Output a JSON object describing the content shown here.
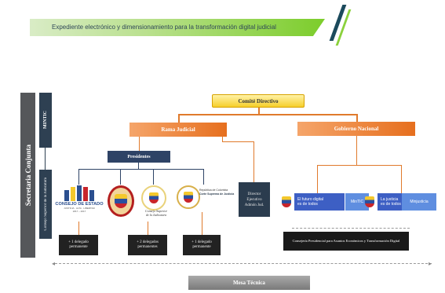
{
  "header": {
    "title": "Expediente electrónico y dimensionamiento para la transformación digital judicial"
  },
  "left_panels": {
    "secretaria": "Secretaria Conjunta",
    "mintic": "MINTIC",
    "consejo": "Consejo Superior de la Judicatura"
  },
  "boxes": {
    "comite": "Comité Directivo",
    "rama": "Rama Judicial",
    "gobierno": "Gobierno Nacional",
    "presidentes": "Presidentes",
    "director": [
      "Director",
      "Ejecutivo",
      "Admón Jud."
    ],
    "mesa": "Mesa Técnica",
    "consejeria": "Consejería Presidencial para Asuntos Económicos y Transformación Digital"
  },
  "delegados": [
    [
      "+ 1 delegado",
      "permanente"
    ],
    [
      "+ 2 delegados",
      "permanentes"
    ],
    [
      "+ 1 delegado",
      "permanente"
    ]
  ],
  "logos": {
    "consejo_estado": {
      "name": "CONSEJO DE ESTADO",
      "sub": "JUSTICIA · ALTA · LIBERTAD",
      "years": "1817 – 2017"
    },
    "consejo_superior": [
      "Consejo Superior",
      "de la Judicatura"
    ],
    "corte_suprema": [
      "República de Colombia",
      "Corte Suprema de Justicia"
    ],
    "gov1": {
      "slogan": [
        "El futuro digital",
        "es de todos"
      ],
      "tag": "MinTIC"
    },
    "gov2": {
      "slogan": [
        "La justicia",
        "es de todos"
      ],
      "tag": "Minjusticia"
    }
  },
  "colors": {
    "orange": "#e66f1e",
    "navy": "#2e4366",
    "green_accent": "#7ccd2b"
  }
}
